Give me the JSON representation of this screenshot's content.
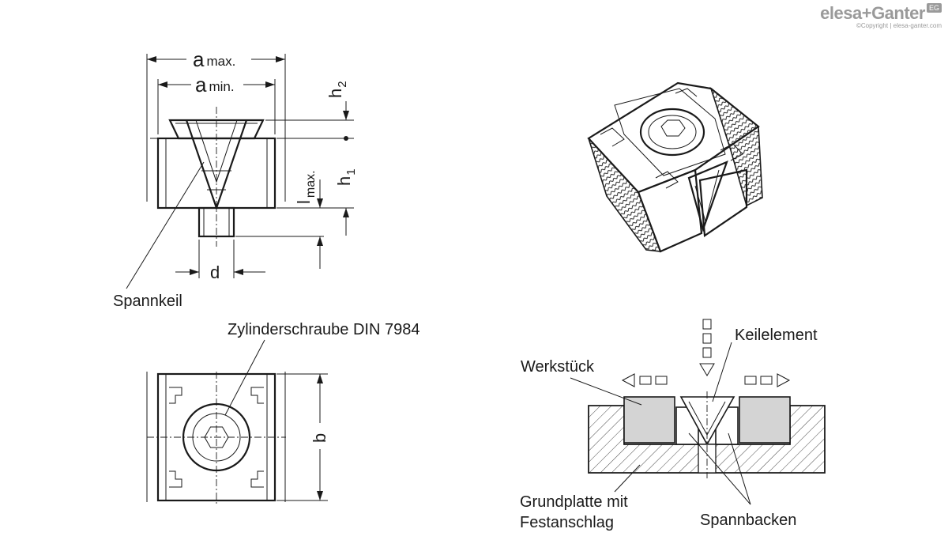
{
  "brand": {
    "logo_text": "elesa+Ganter",
    "logo_badge": "EG",
    "copyright": "©Copyright | elesa-ganter.com"
  },
  "side_view": {
    "dim_a_max_base": "a",
    "dim_a_max_sub": "max.",
    "dim_a_min_base": "a",
    "dim_a_min_sub": "min.",
    "dim_h2_base": "h",
    "dim_h2_sub": "2",
    "dim_h1_base": "h",
    "dim_h1_sub": "1",
    "dim_l_base": "l",
    "dim_l_sub": "max.",
    "dim_d": "d",
    "label_spannkeil": "Spannkeil"
  },
  "top_view": {
    "label_screw": "Zylinderschraube DIN 7984",
    "dim_b": "b"
  },
  "application_view": {
    "label_keilelement": "Keilelement",
    "label_werkstueck": "Werkstück",
    "label_grundplatte_line1": "Grundplatte mit",
    "label_grundplatte_line2": "Festanschlag",
    "label_spannbacken": "Spannbacken"
  },
  "colors": {
    "line": "#1a1a1a",
    "workpiece_fill": "#d4d4d4",
    "logo_grey": "#9a9a9a"
  }
}
